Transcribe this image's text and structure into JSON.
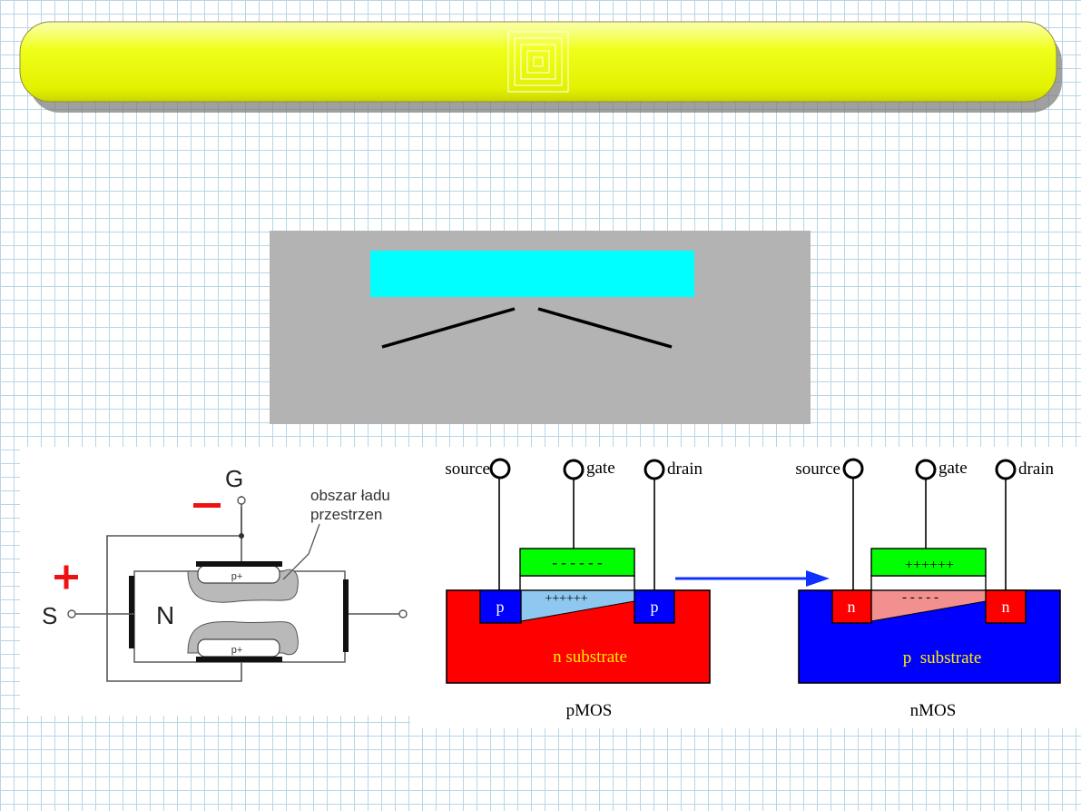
{
  "colors": {
    "banner_yellow": "#f0ff1a",
    "panel_gray": "#b3b3b3",
    "cyan_box": "#00ffff",
    "n_region": "#ff0000",
    "p_region": "#0000ff",
    "gate_green": "#00ff00",
    "channel_light_blue": "#8ec8f0",
    "channel_pink": "#f29090",
    "substrate_text": "#ffee00",
    "arrow_blue": "#1030ff"
  },
  "jfet": {
    "gate_label": "G",
    "minus_sign": "−",
    "plus_sign": "+",
    "source_label": "S",
    "body_label": "N",
    "top_region_label": "p+",
    "bottom_region_label": "p+",
    "annotation_line1": "obszar ładu",
    "annotation_line2": "przestrzen"
  },
  "pmos": {
    "caption": "pMOS",
    "source_label": "source",
    "gate_label": "gate",
    "drain_label": "drain",
    "gate_charge": "- - - - - -",
    "channel_charge": "++++++",
    "left_well": "p",
    "right_well": "p",
    "substrate_label": "n substrate"
  },
  "nmos": {
    "caption": "nMOS",
    "source_label": "source",
    "gate_label": "gate",
    "drain_label": "drain",
    "gate_charge": "++++++",
    "channel_charge": "- - - - -",
    "left_well": "n",
    "right_well": "n",
    "substrate_label": "p  substrate"
  }
}
